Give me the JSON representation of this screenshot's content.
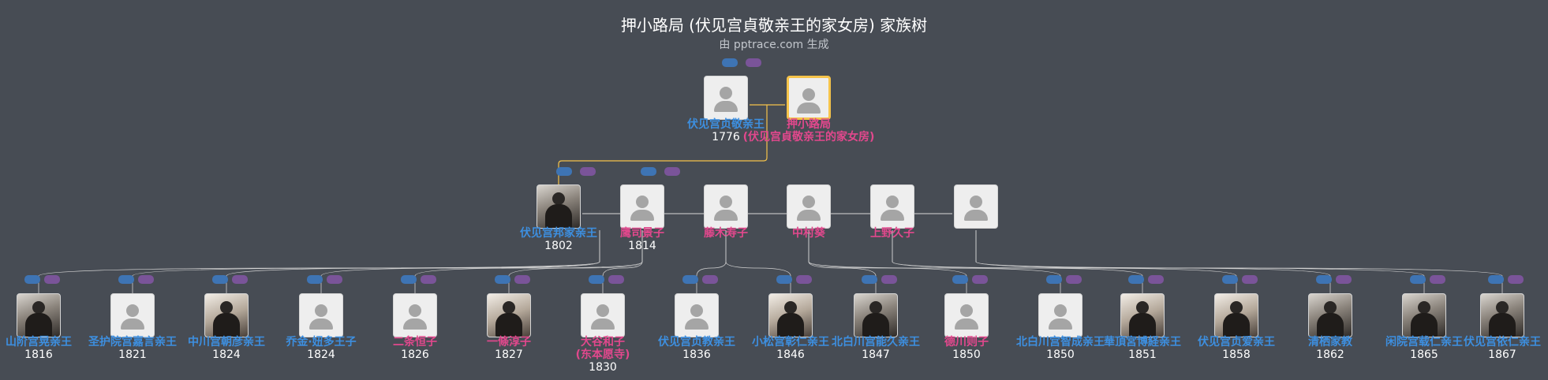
{
  "title": "押小路局 (伏见宫貞敬亲王的家女房) 家族树",
  "subtitle": "由 pptrace.com 生成",
  "colors": {
    "background": "#474c54",
    "male": "#3d8fe0",
    "female": "#e2488d",
    "selected_border": "#f5c34a"
  },
  "generations": [
    [
      {
        "name": "伏见宫贞敬亲王",
        "year": "1776",
        "gender": "male",
        "photo": false
      },
      {
        "name": "押小路局",
        "name2": "(伏见宫貞敬亲王的家女房)",
        "gender": "female",
        "photo": false,
        "selected": true
      }
    ],
    [
      {
        "name": "伏见宫邦家亲王",
        "year": "1802",
        "gender": "male",
        "photo": true
      },
      {
        "name": "鹰司景子",
        "year": "1814",
        "gender": "female",
        "photo": false
      },
      {
        "name": "藤木寿子",
        "gender": "female",
        "photo": false
      },
      {
        "name": "中村葵",
        "gender": "female",
        "photo": false
      },
      {
        "name": "上野久子",
        "gender": "female",
        "photo": false
      },
      {
        "name": "",
        "gender": "female",
        "photo": false
      }
    ],
    [
      {
        "name": "山阶宫晃亲王",
        "year": "1816",
        "gender": "male",
        "photo": true
      },
      {
        "name": "圣护院宫嘉言亲王",
        "year": "1821",
        "gender": "male",
        "photo": false
      },
      {
        "name": "中川宫朝彦亲王",
        "year": "1824",
        "gender": "male",
        "photo": true,
        "light": true
      },
      {
        "name": "乔金·妞多王子",
        "year": "1824",
        "gender": "male",
        "photo": false
      },
      {
        "name": "二条恒子",
        "year": "1826",
        "gender": "female",
        "photo": false
      },
      {
        "name": "一條淳子",
        "year": "1827",
        "gender": "female",
        "photo": true,
        "light": true
      },
      {
        "name": "大谷和子",
        "name2": "(东本愿寺)",
        "year": "1830",
        "gender": "female",
        "photo": false
      },
      {
        "name": "伏见宫贞教亲王",
        "year": "1836",
        "gender": "male",
        "photo": false
      },
      {
        "name": "小松宫彰仁亲王",
        "year": "1846",
        "gender": "male",
        "photo": true,
        "light": true
      },
      {
        "name": "北白川宫能久亲王",
        "year": "1847",
        "gender": "male",
        "photo": true
      },
      {
        "name": "德川则子",
        "year": "1850",
        "gender": "female",
        "photo": false
      },
      {
        "name": "北白川宫智成亲王",
        "year": "1850",
        "gender": "male",
        "photo": false
      },
      {
        "name": "華頂宮博経亲王",
        "year": "1851",
        "gender": "male",
        "photo": true,
        "light": true
      },
      {
        "name": "伏见宫贞爱亲王",
        "year": "1858",
        "gender": "male",
        "photo": true,
        "light": true
      },
      {
        "name": "清栖家教",
        "year": "1862",
        "gender": "male",
        "photo": true
      },
      {
        "name": "闲院宫载仁亲王",
        "year": "1865",
        "gender": "male",
        "photo": true
      },
      {
        "name": "伏见宫依仁亲王",
        "year": "1867",
        "gender": "male",
        "photo": true
      }
    ]
  ]
}
